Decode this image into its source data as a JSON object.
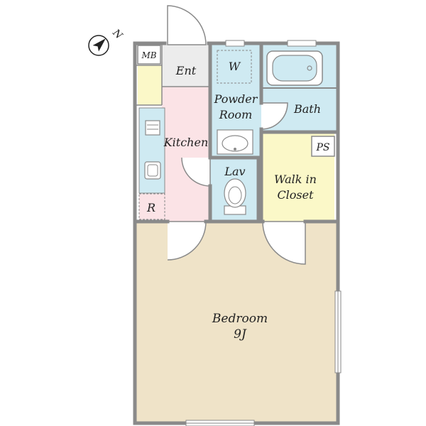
{
  "compass": {
    "north_label": "N",
    "icon": "compass-icon"
  },
  "rooms": {
    "mb": "MB",
    "entrance": "Ent",
    "washer": "W",
    "powder_room_line1": "Powder",
    "powder_room_line2": "Room",
    "bath": "Bath",
    "kitchen": "Kitchen",
    "ps": "PS",
    "lav": "Lav",
    "walk_in_line1": "Walk in",
    "walk_in_line2": "Closet",
    "refrigerator": "R",
    "bedroom_line1": "Bedroom",
    "bedroom_line2": "9J"
  },
  "colors": {
    "wall": "#8a8a8a",
    "bedroom": "#efe3c8",
    "kitchen": "#fbe3e6",
    "wet_area": "#cfeaf2",
    "closet": "#fbf8c8",
    "entrance": "#ececec",
    "storage": "#fbf8c8"
  }
}
